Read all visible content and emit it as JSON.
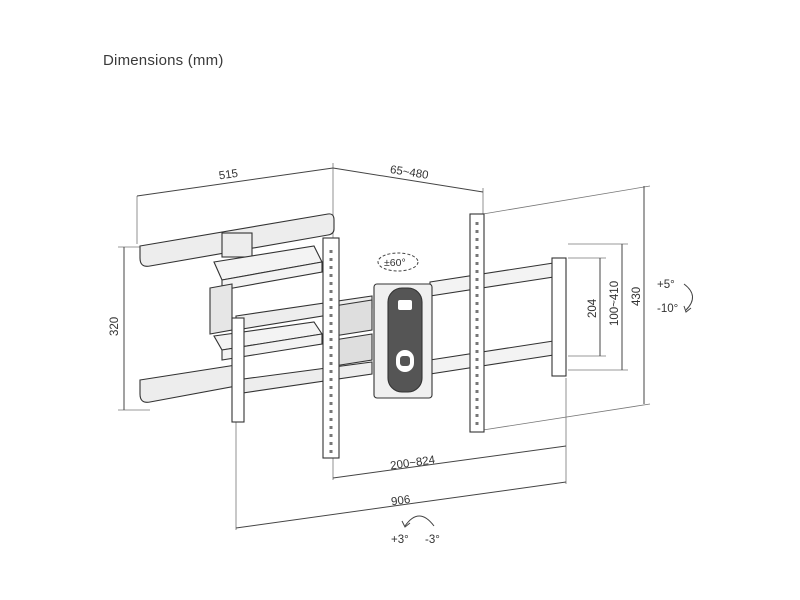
{
  "title": "Dimensions (mm)",
  "dimensions": {
    "arm_length": "515",
    "extension": "65~480",
    "wall_plate_height": "320",
    "swivel": "±60°",
    "vesa_vertical_inner": "204",
    "vesa_vertical_range": "100~410",
    "tv_plate_height": "430",
    "tilt_up": "+5°",
    "tilt_down": "-10°",
    "vesa_horizontal_range": "200~824",
    "overall_width": "906",
    "rotation_left": "+3°",
    "rotation_right": "-3°"
  },
  "colors": {
    "line": "#444444",
    "part_fill": "#ededed",
    "dark_fill": "#555555"
  }
}
